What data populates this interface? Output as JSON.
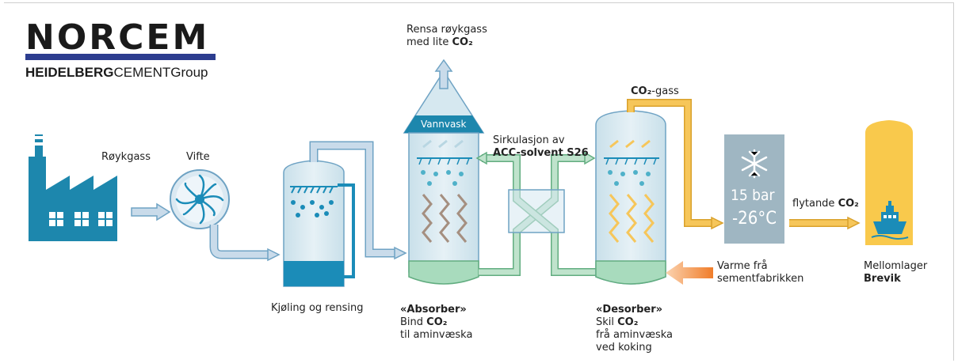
{
  "logo": {
    "brand": "NORCEM",
    "group_bold": "HEIDELBERG",
    "group_regular": "CEMENT",
    "group_suffix": "Group"
  },
  "labels": {
    "flue_gas": "Røykgass",
    "fan": "Vifte",
    "cooling": "Kjøling og rensing",
    "clean_gas_line1": "Rensa røykgass",
    "clean_gas_line2_pre": "med lite ",
    "co2": "CO₂",
    "water_wash": "Vannvask",
    "circulation_line1": "Sirkulasjon av",
    "circulation_line2": "ACC-solvent S26",
    "absorber_title": "«Absorber»",
    "absorber_line2_pre": "Bind ",
    "absorber_line3": "til aminvæska",
    "desorber_title": "«Desorber»",
    "desorber_line2_pre": "Skil ",
    "desorber_line3": "frå aminvæska",
    "desorber_line4": "ved koking",
    "co2_gas_suffix": "-gass",
    "pressure": "15 bar",
    "temperature": "-26°C",
    "liquid_pre": "flytande ",
    "heat_line1": "Varme frå",
    "heat_line2": "sementfabrikken",
    "storage_line1": "Mellomlager",
    "storage_line2": "Brevik"
  },
  "colors": {
    "factory": "#1d87ad",
    "pipe_blue": "#c9dbea",
    "pipe_blue_edge": "#6fa3c4",
    "pipe_green": "#bfe3cc",
    "pipe_green_edge": "#62ad80",
    "pipe_yellow": "#f6c65a",
    "pipe_yellow_edge": "#d9a12c",
    "column_body": "#d6e8f0",
    "liquid_blue": "#1b8cb8",
    "liquid_green": "#a8dbbd",
    "chiller": "#9fb6c2",
    "storage": "#f9c94c",
    "heat_arrow": "#f07d2a",
    "norcem_text": "#1a1a1a",
    "norcem_bar": "#2c3d8f"
  }
}
